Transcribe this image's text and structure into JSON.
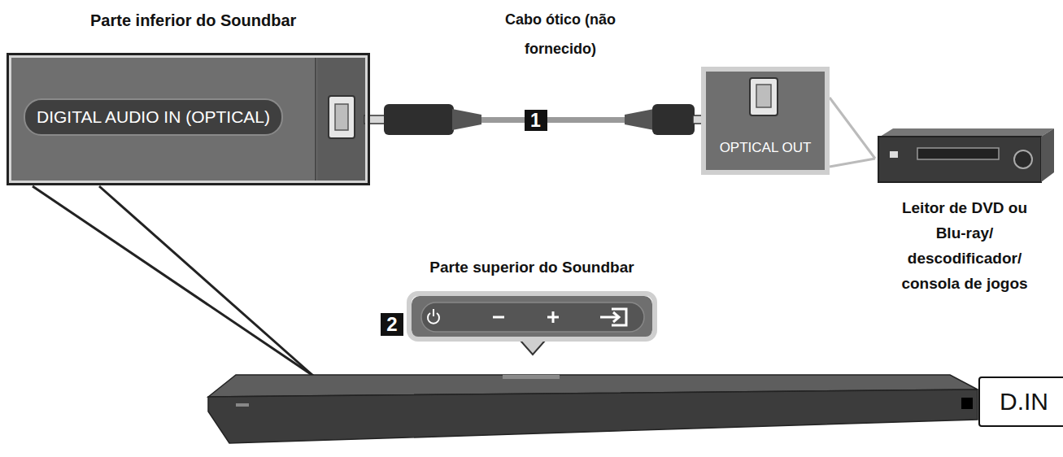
{
  "diagram": {
    "nodes": [
      {
        "text": [
          "Parte inferior do Soundbar",
          "DIGITAL AUDIO IN (OPTICAL)"
        ]
      },
      {
        "text": [
          "OPTICAL OUT"
        ]
      },
      {
        "text": [
          "Parte superior do Soundbar"
        ]
      },
      {
        "text": [
          "D.IN"
        ]
      }
    ],
    "edges": [
      {
        "from": 0,
        "to": 1,
        "arrow": "none",
        "label": "1"
      }
    ],
    "labels": [
      "Cabo ótico (não fornecido)",
      "Leitor de DVD ou Blu-ray/ descodificador/ consola de jogos",
      "2"
    ]
  }
}
